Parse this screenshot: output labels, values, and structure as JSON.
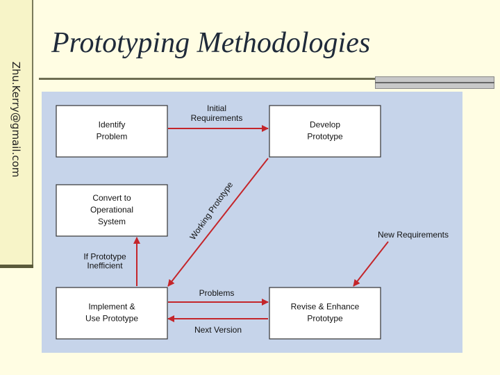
{
  "slide": {
    "title": "Prototyping Methodologies",
    "author_email": "Zhu.Kerry@gmail.com"
  },
  "diagram": {
    "colors": {
      "panel": "#c6d4ea",
      "box_fill": "#ffffff",
      "box_stroke": "#333333",
      "arrow": "#c4252a"
    },
    "nodes": [
      {
        "id": "identify",
        "lines": [
          "Identify",
          "Problem"
        ]
      },
      {
        "id": "develop",
        "lines": [
          "Develop",
          "Prototype"
        ]
      },
      {
        "id": "convert",
        "lines": [
          "Convert to",
          "Operational",
          "System"
        ]
      },
      {
        "id": "implement",
        "lines": [
          "Implement &",
          "Use Prototype"
        ]
      },
      {
        "id": "revise",
        "lines": [
          "Revise & Enhance",
          "Prototype"
        ]
      }
    ],
    "edges": [
      {
        "id": "initial-requirements",
        "from": "identify",
        "to": "develop",
        "lines": [
          "Initial",
          "Requirements"
        ]
      },
      {
        "id": "working-prototype",
        "from": "develop",
        "to": "implement",
        "lines": [
          "Working Prototype"
        ]
      },
      {
        "id": "new-requirements",
        "from": "",
        "to": "revise",
        "lines": [
          "New Requirements"
        ]
      },
      {
        "id": "problems",
        "from": "implement",
        "to": "revise",
        "lines": [
          "Problems"
        ]
      },
      {
        "id": "next-version",
        "from": "revise",
        "to": "implement",
        "lines": [
          "Next Version"
        ]
      },
      {
        "id": "if-inefficient",
        "from": "implement",
        "to": "convert",
        "lines": [
          "If Prototype",
          "Inefficient"
        ]
      }
    ]
  }
}
